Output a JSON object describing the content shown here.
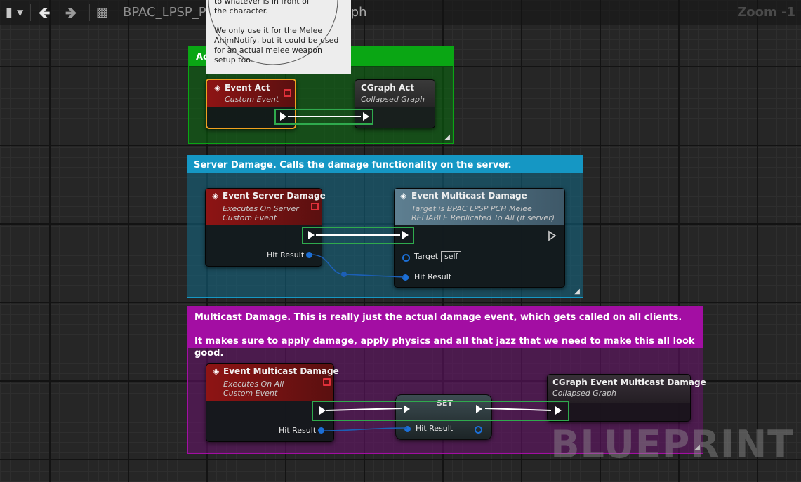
{
  "topbar": {
    "breadcrumb_blueprint": "BPAC_LPSP_PCH_Melee",
    "breadcrumb_separator": ">",
    "breadcrumb_graph": "Event Graph",
    "zoom": "Zoom -1"
  },
  "tooltip": {
    "line1": "to whatever is in front of",
    "line2": "the character.",
    "paragraph2": "We only use it for the Melee AnimNotify, but it could be used for an actual melee weapon setup too."
  },
  "comments": {
    "act": {
      "title": "Act",
      "color": "#0aa614"
    },
    "server": {
      "title": "Server Damage. Calls the damage functionality on the server.",
      "color": "#1597c4"
    },
    "multicast": {
      "line1": "Multicast Damage. This is really just the actual damage event, which gets called on all clients.",
      "line2": "It makes sure to apply damage, apply physics and all that jazz that we need to make this all look good.",
      "color": "#a30ea3"
    }
  },
  "nodes": {
    "event_act": {
      "title": "Event Act",
      "subtitle": "Custom Event"
    },
    "cgraph_act": {
      "title": "CGraph Act",
      "subtitle": "Collapsed Graph"
    },
    "event_server_damage": {
      "title": "Event Server Damage",
      "subtitle1": "Executes On Server",
      "subtitle2": "Custom Event",
      "pin_hit_result": "Hit Result"
    },
    "event_multicast_call": {
      "title": "Event Multicast Damage",
      "subtitle1": "Target is BPAC LPSP PCH Melee",
      "subtitle2": "RELIABLE Replicated To All (if server)",
      "pin_target": "Target",
      "target_value": "self",
      "pin_hit_result": "Hit Result"
    },
    "event_multicast_damage": {
      "title": "Event Multicast Damage",
      "subtitle1": "Executes On All",
      "subtitle2": "Custom Event",
      "pin_hit_result": "Hit Result"
    },
    "set_node": {
      "title": "SET",
      "pin_hit_result": "Hit Result"
    },
    "cgraph_multicast": {
      "title": "CGraph Event Multicast Damage",
      "subtitle": "Collapsed Graph"
    }
  },
  "watermark": "BLUEPRINT",
  "icons": [
    "bookmark-icon",
    "chevron-down-icon",
    "back-arrow-icon",
    "forward-arrow-icon",
    "blueprint-graph-icon",
    "event-icon",
    "delegate-pin-icon",
    "resize-handle-icon"
  ]
}
